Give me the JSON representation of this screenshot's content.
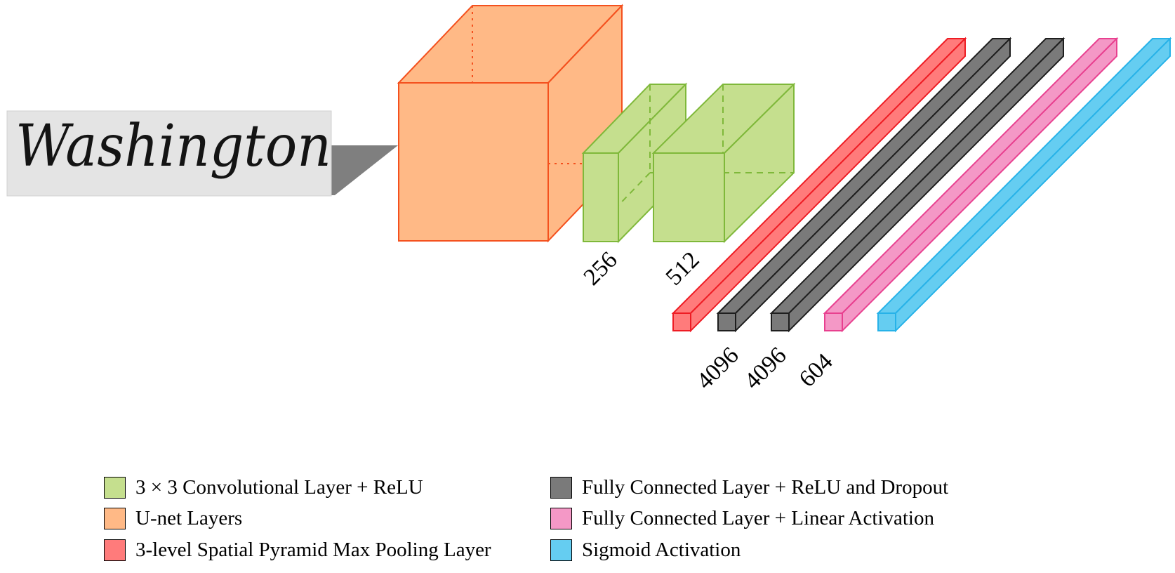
{
  "input_image": {
    "word": "Washington"
  },
  "layer_sizes": {
    "conv1": "256",
    "conv2": "512",
    "fc1": "4096",
    "fc2": "4096",
    "fc3": "604"
  },
  "colors": {
    "unet": "#ffb986",
    "unet_edge": "#f4511e",
    "conv": "#c5df8e",
    "conv_edge": "#7fb83a",
    "spp": "#ff7b7b",
    "spp_edge": "#ee1c24",
    "fc_relu": "#7a7a7a",
    "fc_relu_edge": "#1e1e1e",
    "fc_linear": "#f498c6",
    "fc_linear_edge": "#e8408f",
    "sigmoid": "#65cdf1",
    "sigmoid_edge": "#27b2e8"
  },
  "legend": [
    {
      "label": "3 × 3 Convolutional Layer + ReLU",
      "color": "#c5df8e"
    },
    {
      "label": "U-net Layers",
      "color": "#ffb986"
    },
    {
      "label": "3-level Spatial Pyramid Max Pooling Layer",
      "color": "#ff7b7b"
    },
    {
      "label": "Fully Connected Layer + ReLU and Dropout",
      "color": "#7a7a7a"
    },
    {
      "label": "Fully Connected Layer + Linear Activation",
      "color": "#f498c6"
    },
    {
      "label": "Sigmoid Activation",
      "color": "#65cdf1"
    }
  ]
}
